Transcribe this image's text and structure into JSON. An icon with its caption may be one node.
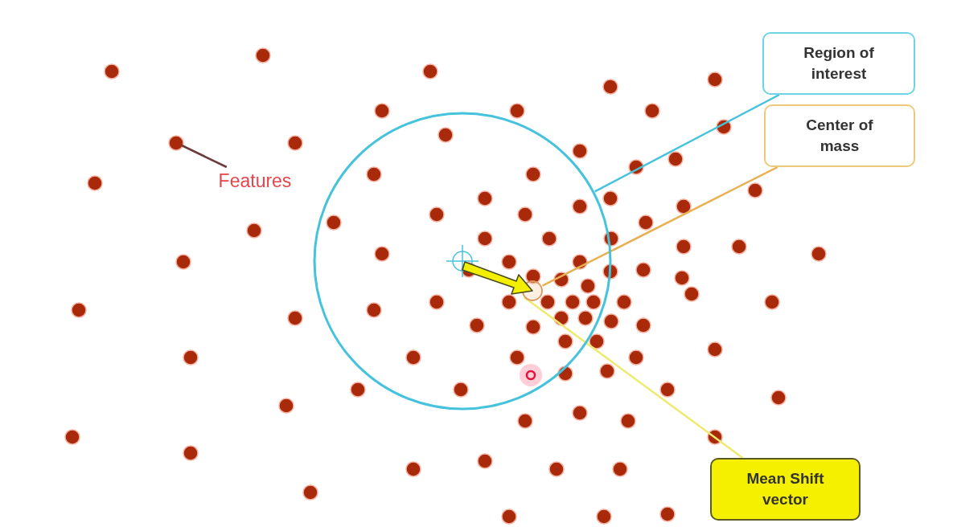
{
  "diagram": {
    "nodes": [
      {
        "text": [
          "Region of interest"
        ]
      },
      {
        "text": [
          "Center of mass"
        ]
      },
      {
        "text": [
          "Mean Shift vector"
        ]
      },
      {
        "text": [
          "Features"
        ]
      },
      {
        "text": [],
        "shape": "circle"
      },
      {
        "text": [],
        "shape": "circle",
        "in": 4
      },
      {
        "text": [],
        "shape": "arrow",
        "in": 4
      }
    ],
    "edges": [
      {
        "from": 0,
        "to": 4,
        "arrow": "none",
        "color": "#45c2dc"
      },
      {
        "from": 1,
        "to": 5,
        "arrow": "none",
        "color": "#e8b050"
      },
      {
        "from": 2,
        "to": 6,
        "arrow": "none",
        "color": "#eeea70"
      },
      {
        "from": 3,
        "to": null,
        "arrow": "none",
        "color": "#6b3a3a"
      }
    ]
  }
}
